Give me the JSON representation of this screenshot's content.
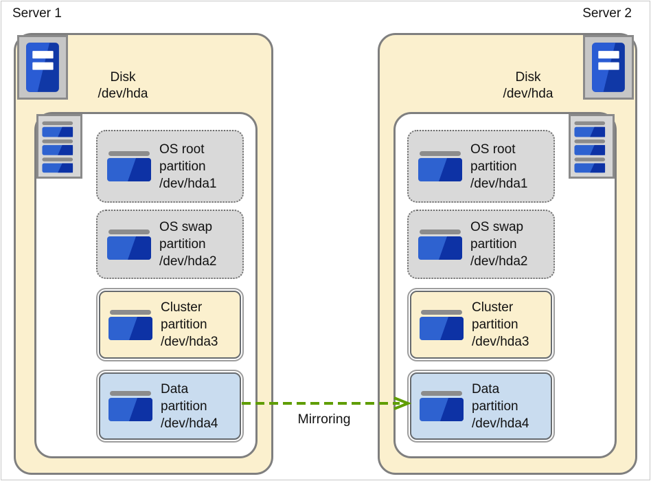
{
  "servers": [
    {
      "label": "Server 1",
      "disk": {
        "line1": "Disk",
        "line2": "/dev/hda"
      },
      "partitions": [
        {
          "line1": "OS root",
          "line2": "partition",
          "line3": "/dev/hda1"
        },
        {
          "line1": "OS swap",
          "line2": "partition",
          "line3": "/dev/hda2"
        },
        {
          "line1": "Cluster",
          "line2": "partition",
          "line3": "/dev/hda3"
        },
        {
          "line1": "Data",
          "line2": "partition",
          "line3": "/dev/hda4"
        }
      ]
    },
    {
      "label": "Server 2",
      "disk": {
        "line1": "Disk",
        "line2": "/dev/hda"
      },
      "partitions": [
        {
          "line1": "OS root",
          "line2": "partition",
          "line3": "/dev/hda1"
        },
        {
          "line1": "OS swap",
          "line2": "partition",
          "line3": "/dev/hda2"
        },
        {
          "line1": "Cluster",
          "line2": "partition",
          "line3": "/dev/hda3"
        },
        {
          "line1": "Data",
          "line2": "partition",
          "line3": "/dev/hda4"
        }
      ]
    }
  ],
  "mirroring": {
    "label": "Mirroring",
    "direction": "left-to-right"
  },
  "colors": {
    "disk_box_fill": "#FBF0CE",
    "box_border": "#7F7F7F",
    "os_partition_fill": "#D9D9D9",
    "cluster_partition_fill": "#FBF0CE",
    "data_partition_fill": "#C9DCEF",
    "mirror_arrow": "#5F9D00",
    "icon_blue_light": "#2E62D0",
    "icon_blue_dark": "#0D32A5"
  }
}
